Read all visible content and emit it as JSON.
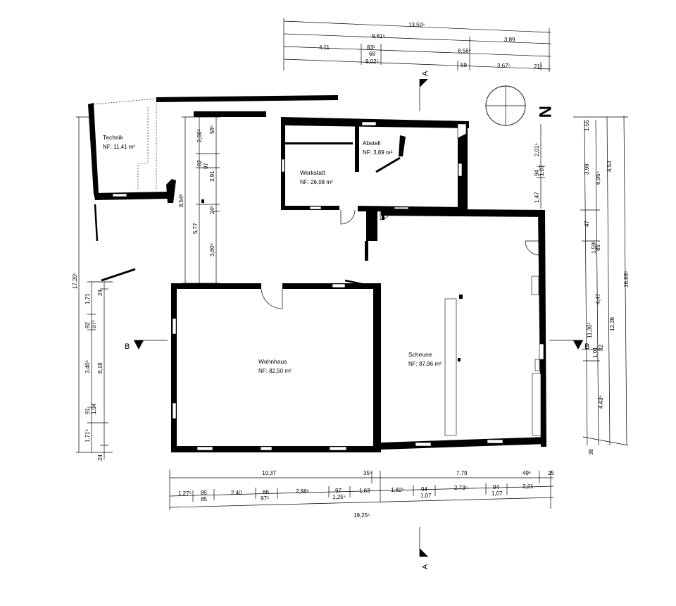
{
  "rooms": {
    "technik": {
      "name": "Technik",
      "area": "NF: 11,41 m²"
    },
    "werkstatt": {
      "name": "Werkstatt",
      "area": "NF: 26,08 m²"
    },
    "abstell": {
      "name": "Abstell",
      "area": "NF: 3,89 m²"
    },
    "wohnhaus": {
      "name": "Wohnhaus",
      "area": "NF: 82,50 m²"
    },
    "scheune": {
      "name": "Scheune",
      "area": "NF: 87,96 m²"
    }
  },
  "compass": {
    "label": "N"
  },
  "sections": {
    "a": "A",
    "b": "B"
  },
  "dims_top": {
    "r1": [
      "13,50⁵"
    ],
    "r2": [
      "9,61⁵",
      "3,89"
    ],
    "r3": [
      "4,11",
      "83⁵",
      "8,56⁵"
    ],
    "r3b": [
      "68"
    ],
    "r4": [
      "9,02⁵",
      "59",
      "3,67⁵",
      "21⁵"
    ]
  },
  "dims_bottom": {
    "r1": [
      "10,37",
      "35⁵",
      "7,79",
      "49⁵",
      "25"
    ],
    "r2": [
      "1,27⁵",
      "85",
      "2,40",
      "66",
      "2,88⁵",
      "97",
      "1,63",
      "1,82⁵",
      "94",
      "2,73⁵",
      "94",
      "2,21"
    ],
    "r2b": [
      "85",
      "97⁵",
      "1,25⁵",
      "1,07",
      "1,07"
    ],
    "r3": [
      "19,25⁵"
    ]
  },
  "dims_left": {
    "total": "17,20⁵",
    "a": [
      "1,71",
      "92",
      "97⁵",
      "3,40⁵",
      "91",
      "1,71⁵"
    ],
    "b": [
      "24",
      "8,18",
      "1,04",
      "24"
    ]
  },
  "dims_mid": {
    "outer": [
      "8,54⁵",
      "5,77"
    ],
    "inner": [
      "2,06⁵",
      "82",
      "97",
      "3,91",
      "24⁵",
      "3,80⁵"
    ],
    "small": [
      "58⁵"
    ]
  },
  "dims_right": {
    "a": [
      "2,01⁵",
      "94",
      "1,07",
      "1,47"
    ],
    "b": [
      "1,55",
      "3,98",
      "47",
      "1,59⁵",
      "4,47",
      "82",
      "1,01",
      "4,43⁵",
      "38"
    ],
    "c": [
      "6,95⁵",
      "11,30⁵",
      "85"
    ],
    "d": [
      "4,53",
      "12,36"
    ],
    "e": [
      "16,68⁵"
    ]
  }
}
